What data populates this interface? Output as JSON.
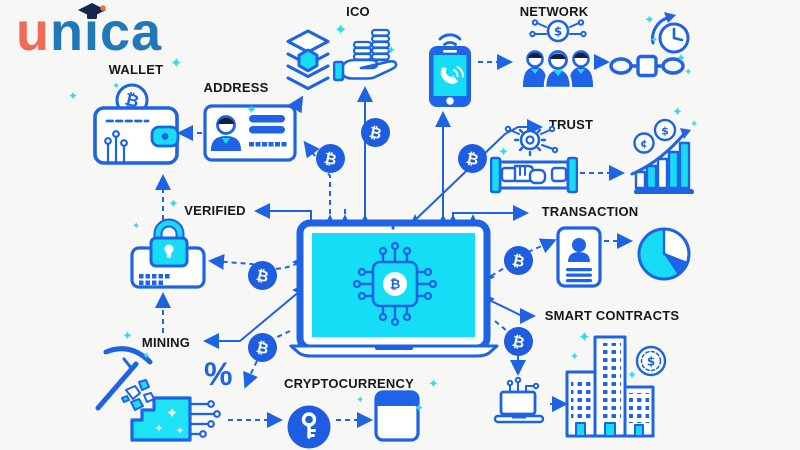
{
  "logo": {
    "prefix": "u",
    "suffix": "nica"
  },
  "labels": {
    "wallet": "WALLET",
    "address": "ADDRESS",
    "ico": "ICO",
    "network": "NETWORK",
    "trust": "TRUST",
    "transaction": "TRANSACTION",
    "smart_contracts": "SMART CONTRACTS",
    "verified": "VERIFIED",
    "mining": "MINING",
    "cryptocurrency": "CRYPTOCURRENCY"
  },
  "symbols": {
    "bitcoin": "₿",
    "dollar": "$",
    "cent": "¢",
    "percent": "%",
    "sparkle": "✦"
  },
  "colors": {
    "line_blue": "#1d63e4",
    "fill_blue": "#1f63e8",
    "coin_blue": "#1f5de0",
    "cyan": "#18dcf5",
    "screen_cyan": "#14ddf5",
    "sparkle_cyan": "#2adef5",
    "logo_orange": "#ee6b55",
    "logo_blue": "#2178b9",
    "cap_navy": "#14284f",
    "label_text": "#17171b",
    "background": "#f7f7f6"
  },
  "icon_names": [
    "graduation-cap-icon",
    "wallet-icon",
    "id-card-icon",
    "stack-icon",
    "hand-coins-icon",
    "phone-icon",
    "people-network-icon",
    "chain-icon",
    "clock-icon",
    "handshake-gear-icon",
    "growth-chart-icon",
    "person-card-icon",
    "pie-chart-icon",
    "buildings-icon",
    "dollar-coin-icon",
    "lock-card-icon",
    "pickaxe-icon",
    "mined-block-icon",
    "key-icon",
    "browser-icon",
    "small-laptop-icon",
    "laptop-bitcoin-chip-icon",
    "bitcoin-coin-icon",
    "sparkle-icon"
  ]
}
